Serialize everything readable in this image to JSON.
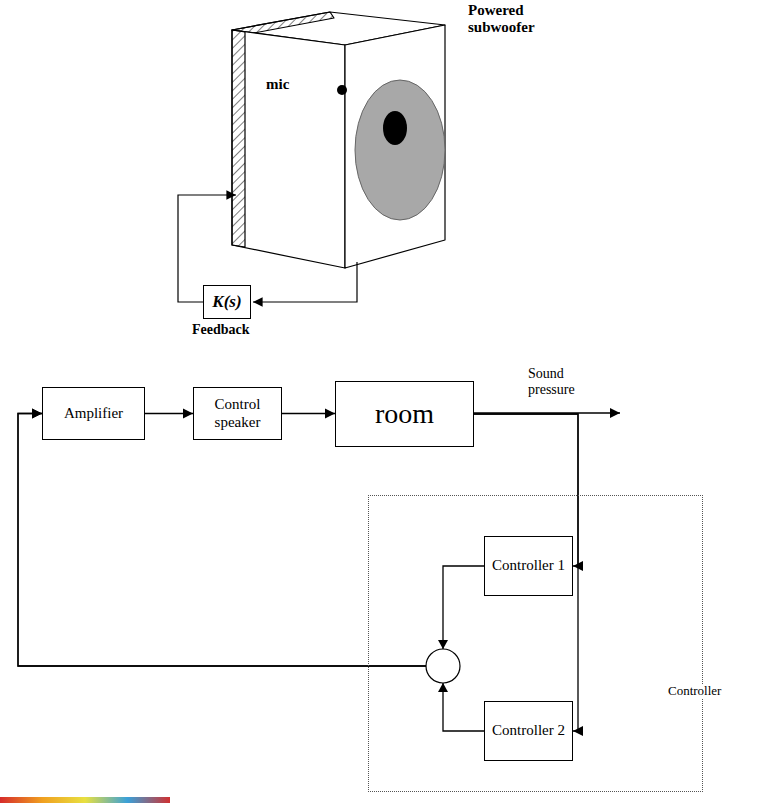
{
  "diagram": {
    "nodes": [
      {
        "text": [
          "K(s)"
        ]
      },
      {
        "text": [
          "Amplifier"
        ]
      },
      {
        "text": [
          "Control speaker"
        ]
      },
      {
        "text": [
          "room"
        ]
      },
      {
        "text": [
          "Controller"
        ]
      },
      {
        "text": [
          "Controller 1"
        ],
        "in": 4
      },
      {
        "text": [
          "Controller 2"
        ],
        "in": 4
      }
    ],
    "edges": [
      {
        "from": 1,
        "to": 2,
        "arrow": "to"
      },
      {
        "from": 2,
        "to": 3,
        "arrow": "to"
      },
      {
        "from": 3,
        "to": 5,
        "arrow": "to"
      },
      {
        "from": 3,
        "to": 6,
        "arrow": "to"
      },
      {
        "from": 5,
        "to": 1,
        "arrow": "to"
      },
      {
        "from": 6,
        "to": 1,
        "arrow": "to"
      }
    ],
    "labels": [
      "Powered subwoofer",
      "mic",
      "Feedback",
      "Sound pressure"
    ]
  }
}
